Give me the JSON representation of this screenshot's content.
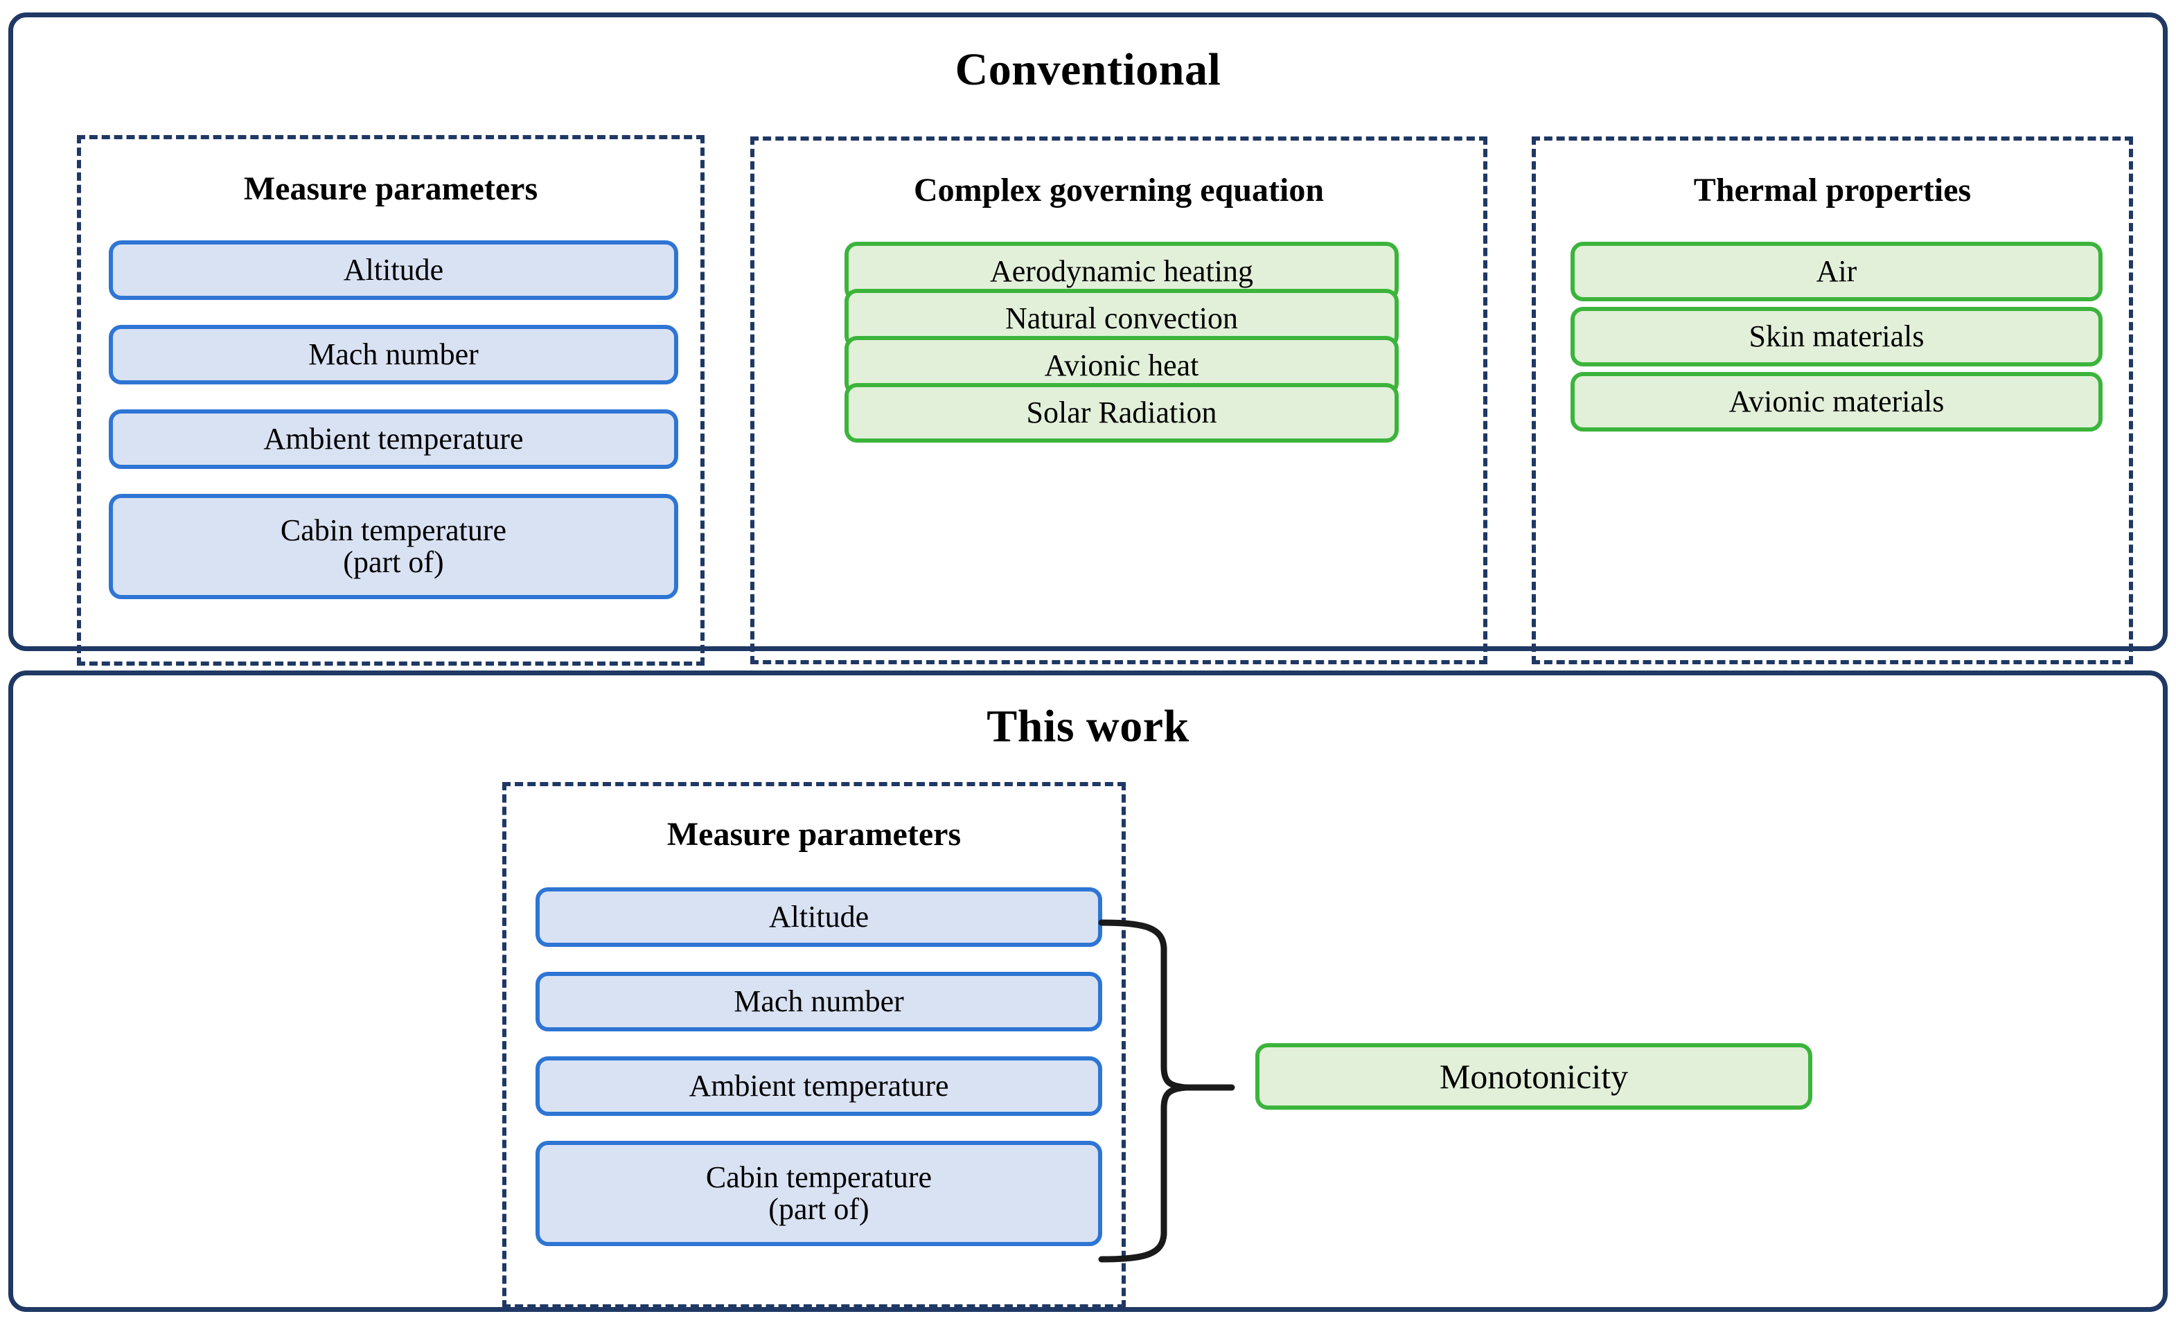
{
  "colors": {
    "panel_border": "#1f3864",
    "dashed_border": "#1f3864",
    "blue_pill_border": "#2e75d4",
    "blue_pill_fill": "#d9e2f3",
    "green_pill_border": "#3cb43c",
    "green_pill_fill": "#e2f0d9",
    "text": "#000000",
    "brace": "#1a1a1a"
  },
  "conventional": {
    "title": "Conventional",
    "groups": [
      {
        "title": "Measure parameters",
        "style": "blue",
        "items": [
          "Altitude",
          "Mach number",
          "Ambient temperature",
          "Cabin temperature\n(part of)"
        ]
      },
      {
        "title": "Complex governing equation",
        "style": "green",
        "items": [
          "Aerodynamic  heating",
          "Natural convection",
          "Avionic heat",
          "Solar Radiation"
        ]
      },
      {
        "title": "Thermal properties",
        "style": "green",
        "items": [
          "Air",
          "Skin materials",
          "Avionic materials"
        ]
      }
    ]
  },
  "this_work": {
    "title": "This work",
    "group": {
      "title": "Measure parameters",
      "style": "blue",
      "items": [
        "Altitude",
        "Mach number",
        "Ambient temperature",
        "Cabin temperature\n(part of)"
      ]
    },
    "output": {
      "label": "Monotonicity",
      "style": "green"
    },
    "connector": "curly-brace-right"
  }
}
